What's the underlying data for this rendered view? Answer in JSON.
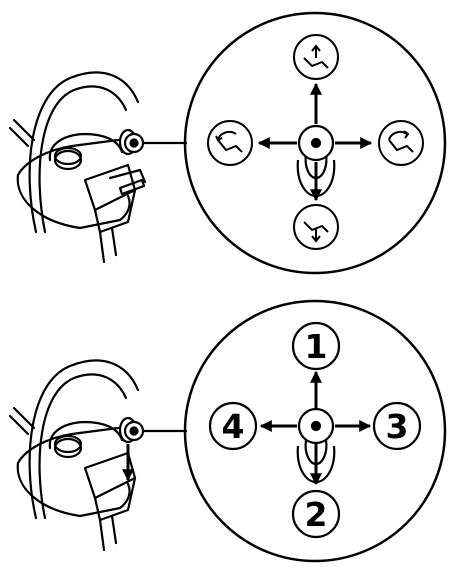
{
  "diagram": {
    "top_panel": {
      "title": "",
      "functions": [
        {
          "direction": "up",
          "icon": "chair-recline-up-icon"
        },
        {
          "direction": "down",
          "icon": "chair-recline-down-icon"
        },
        {
          "direction": "left",
          "icon": "chair-backrest-left-icon"
        },
        {
          "direction": "right",
          "icon": "chair-backrest-right-icon"
        }
      ]
    },
    "bottom_panel": {
      "labels": {
        "up": "1",
        "down": "2",
        "right": "3",
        "left": "4"
      }
    }
  },
  "colors": {
    "line": "#000000",
    "background": "#ffffff"
  }
}
